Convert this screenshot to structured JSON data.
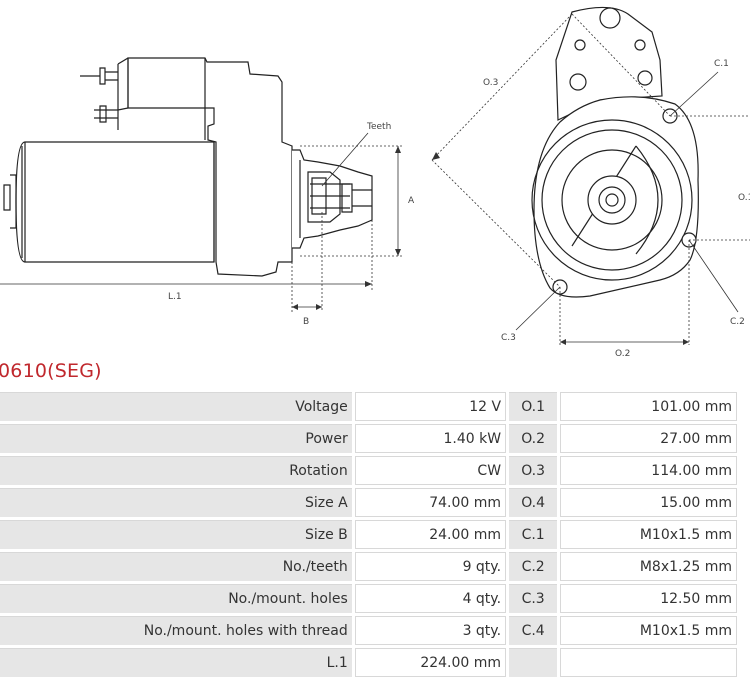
{
  "title": "0610(SEG)",
  "drawing": {
    "labels": {
      "teeth": "Teeth",
      "a": "A",
      "b": "B",
      "l1": "L.1",
      "o1": "O.1",
      "o2": "O.2",
      "o3": "O.3",
      "c1": "C.1",
      "c2": "C.2",
      "c3": "C.3"
    }
  },
  "specs": {
    "rows": [
      {
        "label": "Voltage",
        "value": "12 V",
        "code": "O.1",
        "code_value": "101.00 mm"
      },
      {
        "label": "Power",
        "value": "1.40 kW",
        "code": "O.2",
        "code_value": "27.00 mm"
      },
      {
        "label": "Rotation",
        "value": "CW",
        "code": "O.3",
        "code_value": "114.00 mm"
      },
      {
        "label": "Size A",
        "value": "74.00 mm",
        "code": "O.4",
        "code_value": "15.00 mm"
      },
      {
        "label": "Size B",
        "value": "24.00 mm",
        "code": "C.1",
        "code_value": "M10x1.5 mm"
      },
      {
        "label": "No./teeth",
        "value": "9 qty.",
        "code": "C.2",
        "code_value": "M8x1.25 mm"
      },
      {
        "label": "No./mount. holes",
        "value": "4 qty.",
        "code": "C.3",
        "code_value": "12.50 mm"
      },
      {
        "label": "No./mount. holes with thread",
        "value": "3 qty.",
        "code": "C.4",
        "code_value": "M10x1.5 mm"
      },
      {
        "label": "L.1",
        "value": "224.00 mm",
        "code": "",
        "code_value": ""
      }
    ]
  }
}
